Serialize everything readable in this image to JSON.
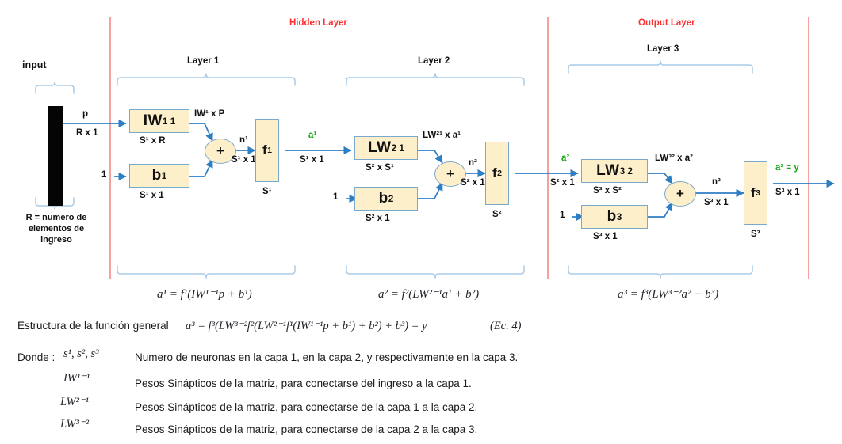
{
  "diagram": {
    "section_headers": [
      {
        "label": "Hidden Layer",
        "color": "#ff2f2f"
      },
      {
        "label": "Output Layer",
        "color": "#ff2f2f"
      }
    ],
    "input_title": "input",
    "layer_titles": [
      "Layer 1",
      "Layer 2",
      "Layer 3"
    ],
    "input_note": "R  = numero de\nelementos de\ningreso",
    "input_note_line1": "R  = numero de",
    "input_note_line2": "elementos de",
    "input_note_line3": "ingreso",
    "layer1": {
      "input_label": "p",
      "input_dim": "R x 1",
      "bias_input": "1",
      "weight_box": "IW",
      "weight_box_sup": "1 1",
      "weight_dim": "S¹ x R",
      "bias_box": "b",
      "bias_box_sup": "1",
      "bias_dim": "S¹ x 1",
      "product_label": "IW¹ x P",
      "sum_symbol": "+",
      "net_label": "n¹",
      "net_dim": "S¹ x 1",
      "transfer_box": "f",
      "transfer_sup": "1",
      "transfer_dim": "S¹",
      "out_label": "a¹",
      "out_dim": "S¹ x 1",
      "equation": "a¹ = f¹(IW¹⁻¹p + b¹)"
    },
    "layer2": {
      "bias_input": "1",
      "weight_box": "LW",
      "weight_box_sup": "2 1",
      "weight_dim": "S² x S¹",
      "bias_box": "b",
      "bias_box_sup": "2",
      "bias_dim": "S² x 1",
      "product_label": "LW²¹ x a¹",
      "sum_symbol": "+",
      "net_label": "n²",
      "net_dim": "S² x 1",
      "transfer_box": "f",
      "transfer_sup": "2",
      "transfer_dim": "S²",
      "out_label": "a²",
      "out_dim": "S² x 1",
      "equation": "a² = f²(LW²⁻¹a¹ + b²)"
    },
    "layer3": {
      "bias_input": "1",
      "weight_box": "LW",
      "weight_box_sup": "3 2",
      "weight_dim": "S³ x S²",
      "bias_box": "b",
      "bias_box_sup": "3",
      "bias_dim": "S³ x 1",
      "product_label": "LW³² x a²",
      "sum_symbol": "+",
      "net_label": "n³",
      "net_dim": "S³ x 1",
      "transfer_box": "f",
      "transfer_sup": "3",
      "transfer_dim": "S³",
      "out_label": "a³ = y",
      "out_dim": "S³ x 1",
      "equation": "a³ = f³(LW³⁻²a² + b³)"
    },
    "colors": {
      "box_fill": "#fdefc9",
      "box_stroke": "#7aa9d0",
      "wire": "#2e7ec4",
      "brace": "#a9cbe8",
      "red_divider": "#f8a0a0",
      "green_text": "#16a416",
      "input_bar": "#050505"
    }
  },
  "footer": {
    "general_label": "Estructura de la función general",
    "general_equation": "a³ = f³(LW³⁻²f²(LW²⁻¹f¹(IW¹⁻¹p + b¹) + b²) + b³) = y",
    "general_equation_ref": "(Ec.  4)",
    "donde_label": "Donde :",
    "definitions": [
      {
        "symbol": "s¹, s², s³",
        "text": "Numero de neuronas en la capa 1, en la capa 2, y respectivamente en la capa 3."
      },
      {
        "symbol": "IW¹⁻¹",
        "text": "Pesos Sinápticos de la matriz, para conectarse del ingreso a la capa 1."
      },
      {
        "symbol": "LW²⁻¹",
        "text": "Pesos Sinápticos de la matriz, para conectarse de la capa 1 a la capa 2."
      },
      {
        "symbol": "LW³⁻²",
        "text": "Pesos Sinápticos de la matriz, para conectarse de la capa 2 a la capa 3."
      }
    ]
  }
}
